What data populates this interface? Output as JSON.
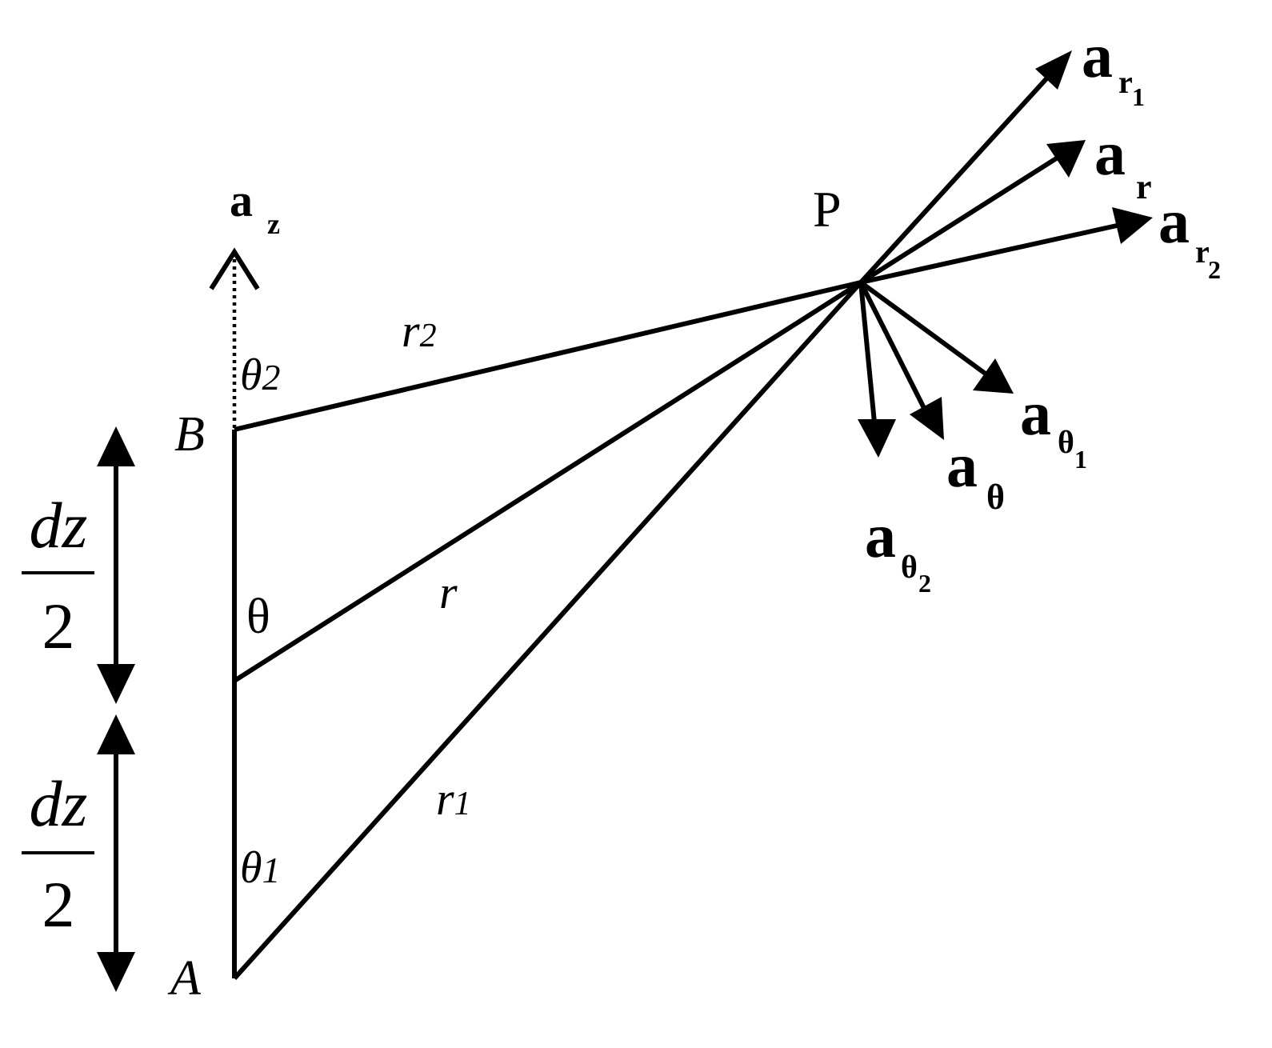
{
  "labels": {
    "point_p": "P",
    "point_a": "A",
    "point_b": "B",
    "r": "r",
    "r1": "r",
    "r1_sub": "1",
    "r2": "r",
    "r2_sub": "2",
    "theta": "θ",
    "theta1": "θ",
    "theta1_sub": "1",
    "theta2": "θ",
    "theta2_sub": "2",
    "a": "a",
    "a_z_sub": "z",
    "a_r_sub": "r",
    "a_r1_sub": "r",
    "a_r1_subsub": "1",
    "a_r2_sub": "r",
    "a_r2_subsub": "2",
    "a_theta_sub": "θ",
    "a_theta1_sub": "θ",
    "a_theta1_subsub": "1",
    "a_theta2_sub": "θ",
    "a_theta2_subsub": "2",
    "dz_top_num": "dz",
    "dz_top_den": "2",
    "dz_bot_num": "dz",
    "dz_bot_den": "2"
  }
}
